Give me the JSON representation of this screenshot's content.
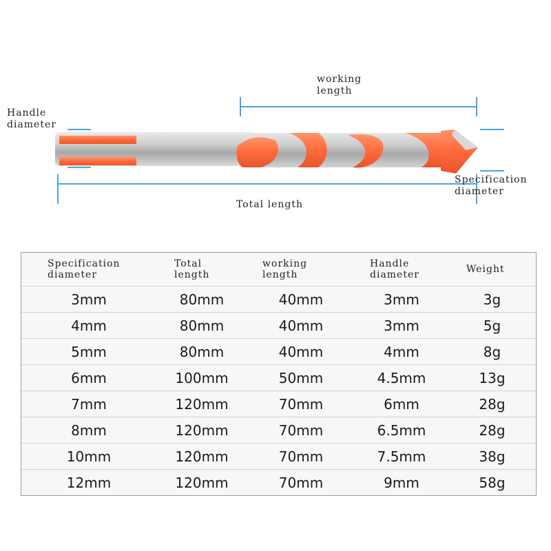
{
  "diagram": {
    "labels": {
      "working_length": [
        "working",
        "length"
      ],
      "handle_diameter": [
        "Handle",
        "diameter"
      ],
      "specification_diameter": [
        "Specification",
        "diameter"
      ],
      "total_length": "Total length"
    },
    "colors": {
      "dimension_line": "#4aa3e6",
      "flute_orange": "#ff6a3d",
      "shank_silver": "#c9c9c9"
    }
  },
  "table": {
    "headers": [
      [
        "Specification",
        "diameter"
      ],
      [
        "Total",
        "length"
      ],
      [
        "working",
        "length"
      ],
      [
        "Handle",
        "diameter"
      ],
      [
        "Weight"
      ]
    ],
    "rows": [
      [
        "3mm",
        "80mm",
        "40mm",
        "3mm",
        "3g"
      ],
      [
        "4mm",
        "80mm",
        "40mm",
        "3mm",
        "5g"
      ],
      [
        "5mm",
        "80mm",
        "40mm",
        "4mm",
        "8g"
      ],
      [
        "6mm",
        "100mm",
        "50mm",
        "4.5mm",
        "13g"
      ],
      [
        "7mm",
        "120mm",
        "70mm",
        "6mm",
        "28g"
      ],
      [
        "8mm",
        "120mm",
        "70mm",
        "6.5mm",
        "28g"
      ],
      [
        "10mm",
        "120mm",
        "70mm",
        "7.5mm",
        "38g"
      ],
      [
        "12mm",
        "120mm",
        "70mm",
        "9mm",
        "58g"
      ]
    ]
  }
}
